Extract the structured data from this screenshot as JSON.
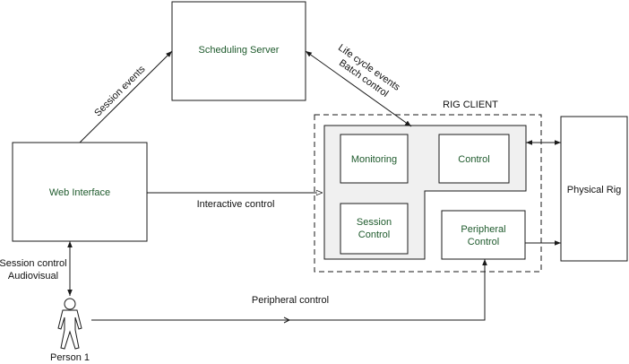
{
  "nodes": {
    "scheduling_server": "Scheduling Server",
    "web_interface": "Web Interface",
    "rig_client": "RIG CLIENT",
    "monitoring": "Monitoring",
    "control": "Control",
    "session_control_1": "Session",
    "session_control_2": "Control",
    "peripheral_control_1": "Peripheral",
    "peripheral_control_2": "Control",
    "physical_rig": "Physical Rig",
    "person": "Person 1"
  },
  "edges": {
    "session_events": "Session events",
    "life_cycle_events": "Life cycle events",
    "batch_control": "Batch control",
    "interactive_control": "Interactive control",
    "session_control": "Session control",
    "audiovisual": "Audiovisual",
    "peripheral_control": "Peripheral control"
  }
}
